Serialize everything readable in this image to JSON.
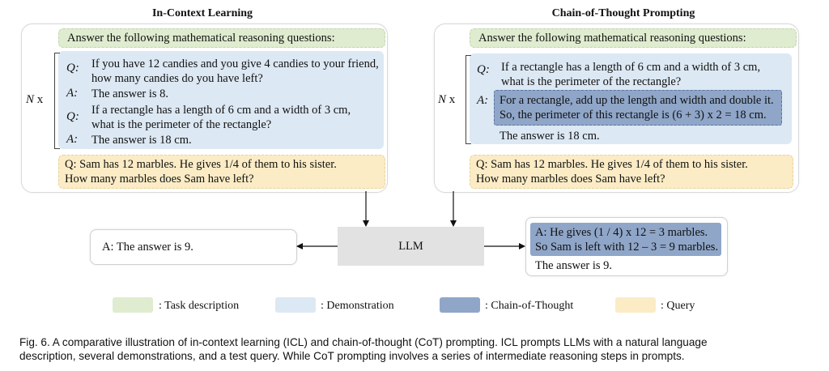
{
  "icl": {
    "title": "In-Context Learning",
    "task": "Answer the following mathematical reasoning questions:",
    "n_label": "N x",
    "demos": [
      {
        "q_label": "Q:",
        "q_line1": "If you have 12 candies and you give 4 candies to your friend,",
        "q_line2": "how many candies do you have left?",
        "a_label": "A:",
        "a_text": "The answer is 8."
      },
      {
        "q_label": "Q:",
        "q_line1": "If a rectangle has a length of 6 cm and a width of 3 cm,",
        "q_line2": "what is the perimeter of the rectangle?",
        "a_label": "A:",
        "a_text": "The answer is 18 cm."
      }
    ],
    "query_line1": "Q:    Sam has 12 marbles. He gives 1/4 of them to his sister.",
    "query_line2": "How many marbles does Sam have left?",
    "output": "A: The answer is 9."
  },
  "cot": {
    "title": "Chain-of-Thought Prompting",
    "task": "Answer the following mathematical reasoning questions:",
    "n_label": "N x",
    "demo": {
      "q_label": "Q:",
      "q_line1": "If a rectangle has a length of 6 cm and a width of 3 cm,",
      "q_line2": "what is the perimeter of the rectangle?",
      "a_label": "A:",
      "reason_line1": "For a rectangle, add up the length and width and double it.",
      "reason_line2": "So, the perimeter of this rectangle is (6 + 3) x 2 = 18 cm.",
      "answer": "The answer is 18 cm."
    },
    "query_line1": "Q:    Sam has 12 marbles. He gives 1/4 of them to his sister.",
    "query_line2": "How many marbles does Sam have left?",
    "output_reason_line1": "A: He gives (1 / 4) x 12 = 3 marbles.",
    "output_reason_line2": "So Sam is left with 12 – 3 = 9 marbles.",
    "output_answer": "The answer is 9."
  },
  "llm_label": "LLM",
  "legend": [
    {
      "text": ": Task description",
      "color": "#dfeccf"
    },
    {
      "text": ": Demonstration",
      "color": "#dce8f3"
    },
    {
      "text": ": Chain-of-Thought",
      "color": "#8fa6c8"
    },
    {
      "text": ": Query",
      "color": "#fbecc6"
    }
  ],
  "caption_line1": "Fig. 6.  A comparative illustration of in-context learning (ICL) and chain-of-thought (CoT) prompting. ICL prompts LLMs with a natural language",
  "caption_line2": "description, several demonstrations, and a test query. While CoT prompting involves a series of intermediate reasoning steps in prompts."
}
